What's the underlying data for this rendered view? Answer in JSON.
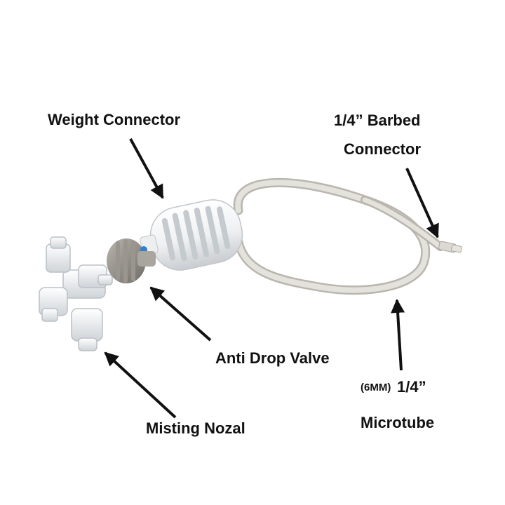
{
  "labels": {
    "weight_connector": "Weight Connector",
    "barbed_line1": "1/4” Barbed",
    "barbed_line2": "Connector",
    "anti_drop_valve": "Anti Drop Valve",
    "microtube_size_prefix": "(6MM)",
    "microtube_size": "1/4”",
    "microtube": "Microtube",
    "misting_nozzle": "Misting Nozal"
  },
  "colors": {
    "background": "#ffffff",
    "text": "#111111",
    "arrow": "#111111",
    "tube": "#d8d6d0",
    "valve": "#8e8a84",
    "valve_dot": "#2f7fd0",
    "nozzle": "#f4f6f7",
    "weight": "#f7f8f9"
  }
}
